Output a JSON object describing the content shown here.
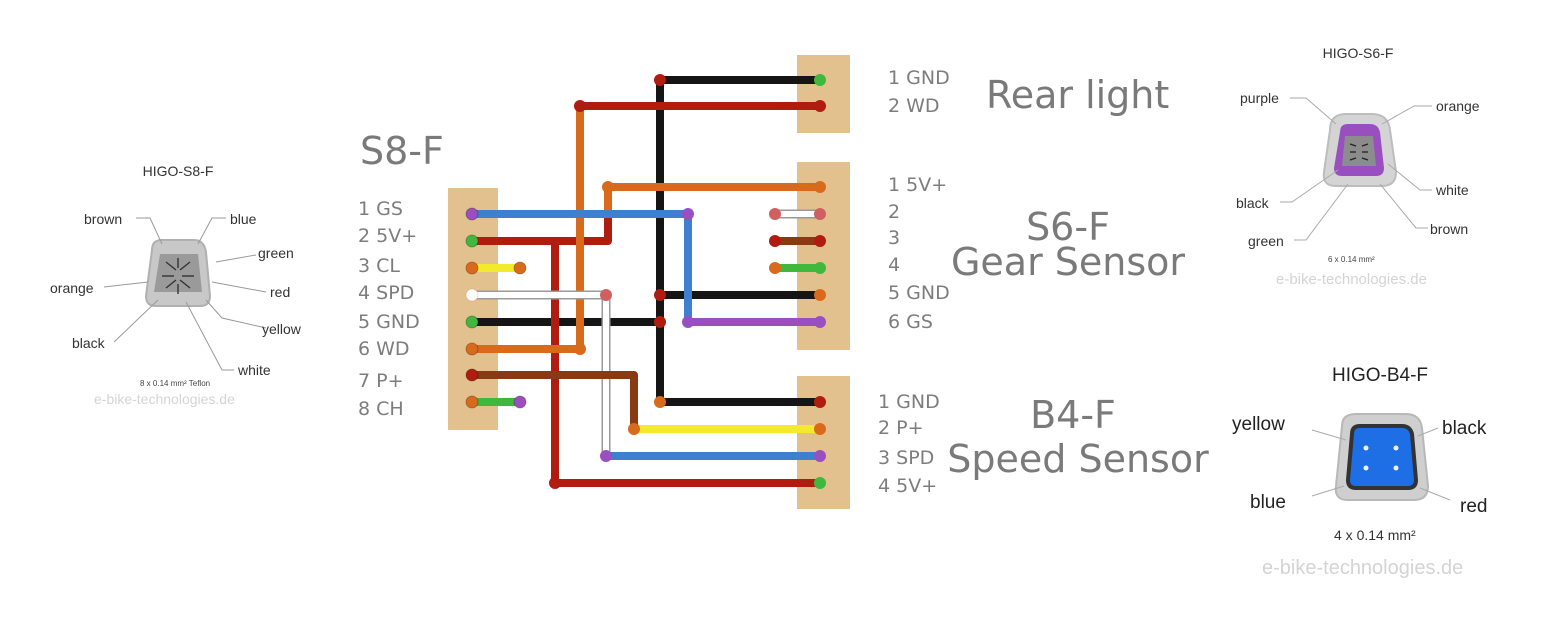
{
  "connectors": {
    "s8": {
      "title": "S8-F",
      "pins": [
        "1 GS",
        "2 5V+",
        "3 CL",
        "4 SPD",
        "5 GND",
        "6 WD",
        "7 P+",
        "8 CH"
      ]
    },
    "rear": {
      "title": "Rear light",
      "pins": [
        "1 GND",
        "2 WD"
      ]
    },
    "s6": {
      "title_line1": "S6-F",
      "title_line2": "Gear Sensor",
      "pins": [
        "1 5V+",
        "2",
        "3",
        "4",
        "5 GND",
        "6 GS"
      ]
    },
    "b4": {
      "title_line1": "B4-F",
      "title_line2": "Speed Sensor",
      "pins": [
        "1 GND",
        "2 P+",
        "3 SPD",
        "4 5V+"
      ]
    }
  },
  "plugs": {
    "s8": {
      "title": "HIGO-S8-F",
      "labels": [
        "brown",
        "blue",
        "green",
        "orange",
        "red",
        "black",
        "yellow",
        "white"
      ],
      "spec": "8 x 0.14 mm² Teflon",
      "watermark": "e-bike-technologies.de"
    },
    "s6": {
      "title": "HIGO-S6-F",
      "labels": [
        "purple",
        "orange",
        "black",
        "white",
        "green",
        "brown"
      ],
      "spec": "6 x 0.14 mm²",
      "watermark": "e-bike-technologies.de"
    },
    "b4": {
      "title": "HIGO-B4-F",
      "labels": [
        "yellow",
        "black",
        "blue",
        "red"
      ],
      "spec": "4 x 0.14 mm²",
      "watermark": "e-bike-technologies.de"
    }
  },
  "colors": {
    "board": "#e3c18e",
    "black": "#151515",
    "red": "#b01c10",
    "orange": "#d96a1c",
    "blue": "#3f7fd0",
    "yellow": "#f2ea2a",
    "white": "#ffffff",
    "green": "#3fb83c",
    "brown": "#8a3a12",
    "purple": "#9a4fc0",
    "plug_gray": "#c8c8c8",
    "plug_blue": "#1e6ee6"
  }
}
